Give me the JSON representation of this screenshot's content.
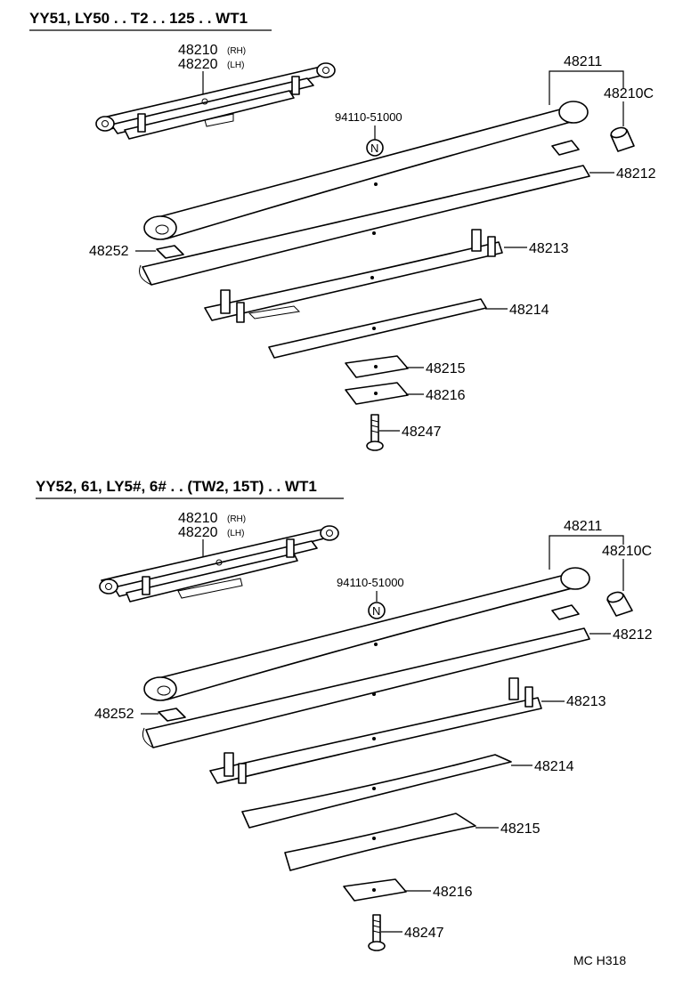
{
  "sections": [
    {
      "header": "YY51, LY50 . . T2 . . 125 . . WT1",
      "assembly": {
        "rh": "48210",
        "rh_tag": "(RH)",
        "lh": "48220",
        "lh_tag": "(LH)"
      },
      "nut_code": "94110-51000",
      "nut_symbol": "N",
      "parts": {
        "p48211": "48211",
        "p48210c": "48210C",
        "p48212": "48212",
        "p48252": "48252",
        "p48213": "48213",
        "p48214": "48214",
        "p48215": "48215",
        "p48216": "48216",
        "p48247": "48247"
      }
    },
    {
      "header": "YY52, 61, LY5#, 6# . . (TW2, 15T) . . WT1",
      "assembly": {
        "rh": "48210",
        "rh_tag": "(RH)",
        "lh": "48220",
        "lh_tag": "(LH)"
      },
      "nut_code": "94110-51000",
      "nut_symbol": "N",
      "parts": {
        "p48211": "48211",
        "p48210c": "48210C",
        "p48212": "48212",
        "p48252": "48252",
        "p48213": "48213",
        "p48214": "48214",
        "p48215": "48215",
        "p48216": "48216",
        "p48247": "48247"
      }
    }
  ],
  "footer": "MC  H318"
}
